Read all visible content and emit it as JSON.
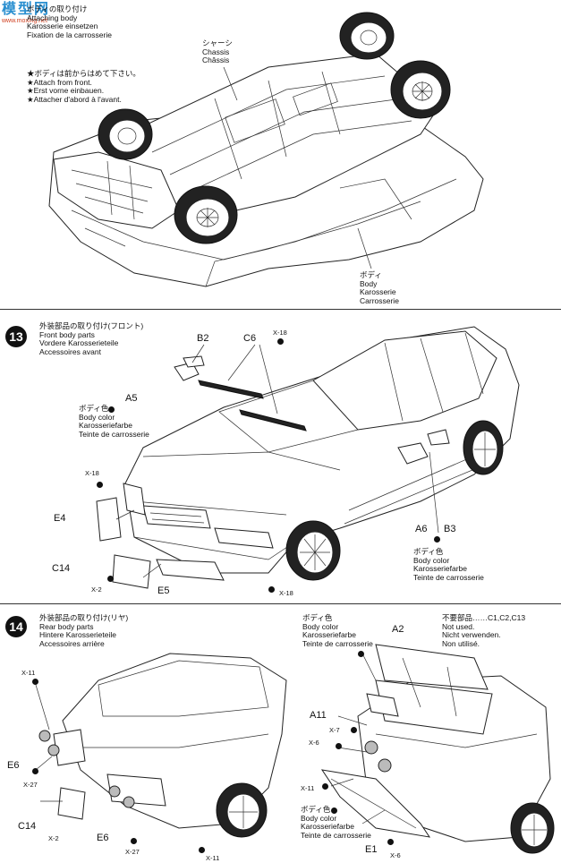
{
  "watermark": {
    "top": "模型网",
    "bottom": "www.moxing.net"
  },
  "step12": {
    "title_lines": [
      "ボディの取り付け",
      "Attaching body",
      "Karosserie einsetzen",
      "Fixation de la carrosserie"
    ],
    "chassis_lines": [
      "シャーシ",
      "Chassis",
      "Châssis"
    ],
    "note_lines": [
      "★ボディは前からはめて下さい。",
      "★Attach from front.",
      "★Erst vorne einbauen.",
      "★Attacher d'abord à l'avant."
    ],
    "body_lines": [
      "ボディ",
      "Body",
      "Karosserie",
      "Carrosserie"
    ]
  },
  "step13": {
    "number": "13",
    "title_lines": [
      "外装部品の取り付け(フロント)",
      "Front body parts",
      "Vordere Karosserieteile",
      "Accessoires avant"
    ],
    "color_lines": [
      "ボディ色",
      "Body color",
      "Karosseriefarbe",
      "Teinte de carrosserie"
    ],
    "color_lines_b": [
      "ボディ色",
      "Body color",
      "Karosseriefarbe",
      "Teinte de carrosserie"
    ],
    "parts": {
      "b2": "B2",
      "c6": "C6",
      "a5": "A5",
      "e4": "E4",
      "c14": "C14",
      "e5": "E5",
      "a6": "A6",
      "b3": "B3"
    },
    "screws": {
      "x18a": "X-18",
      "x18b": "X-18",
      "x18c": "X-18",
      "x2": "X-2"
    }
  },
  "step14": {
    "number": "14",
    "title_lines": [
      "外装部品の取り付け(リヤ)",
      "Rear body parts",
      "Hintere Karosserieteile",
      "Accessoires arrière"
    ],
    "color_lines_top": [
      "ボディ色",
      "Body color",
      "Karosseriefarbe",
      "Teinte de carrosserie"
    ],
    "color_lines_bottom": [
      "ボディ色",
      "Body color",
      "Karosseriefarbe",
      "Teinte de carrosserie"
    ],
    "notused_lines": [
      "不要部品……C1,C2,C13",
      "Not used.",
      "Nicht verwenden.",
      "Non utilisé."
    ],
    "parts": {
      "a2": "A2",
      "a11": "A11",
      "e6a": "E6",
      "e6b": "E6",
      "c14": "C14",
      "e1": "E1"
    },
    "screws": {
      "x11a": "X-11",
      "x11b": "X-11",
      "x11c": "X-11",
      "x27a": "X-27",
      "x27b": "X-27",
      "x2": "X-2",
      "x7": "X-7",
      "x6a": "X-6",
      "x6b": "X-6"
    }
  }
}
